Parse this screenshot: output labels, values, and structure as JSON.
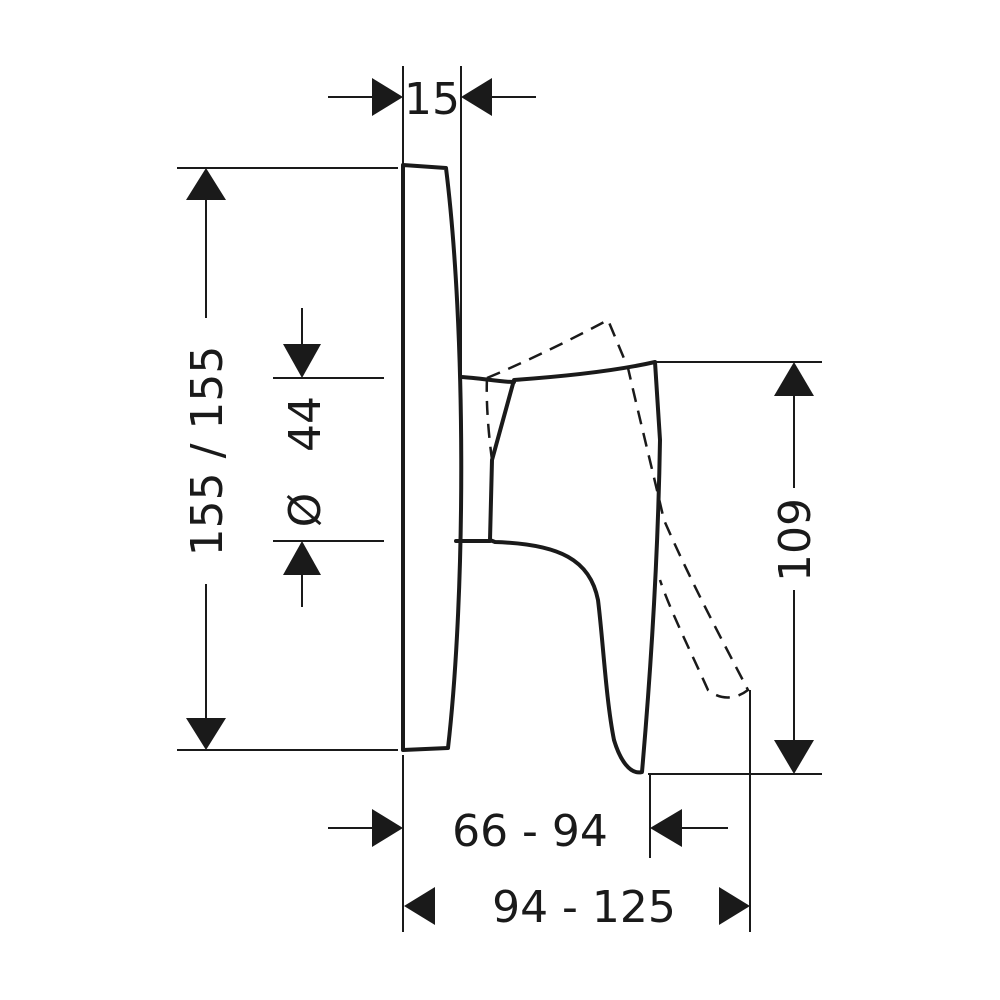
{
  "dimensions": {
    "plate_thickness": "15",
    "plate_height": "155 / 155",
    "hub_diameter_symbol": "Ø",
    "hub_diameter": "44",
    "handle_height": "109",
    "projection_min": "66 - 94",
    "projection_max": "94 - 125"
  },
  "colors": {
    "line": "#1a1a1a",
    "background": "#ffffff"
  }
}
